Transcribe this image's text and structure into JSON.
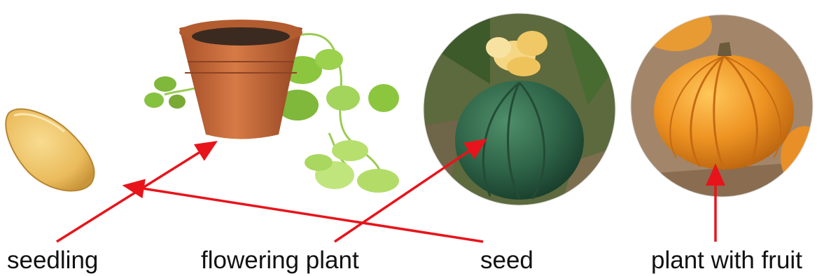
{
  "labels": {
    "seedling": "seedling",
    "flowering_plant": "flowering plant",
    "seed": "seed",
    "plant_with_fruit": "plant with fruit"
  },
  "colors": {
    "arrow": "#e8141b",
    "seed_fill": "#ecc061",
    "pot": "#c96a3c",
    "leaf": "#8cc63f",
    "green_pumpkin": "#2f6b4a",
    "orange_pumpkin": "#e98d1e",
    "soil": "#9b7d5e"
  }
}
